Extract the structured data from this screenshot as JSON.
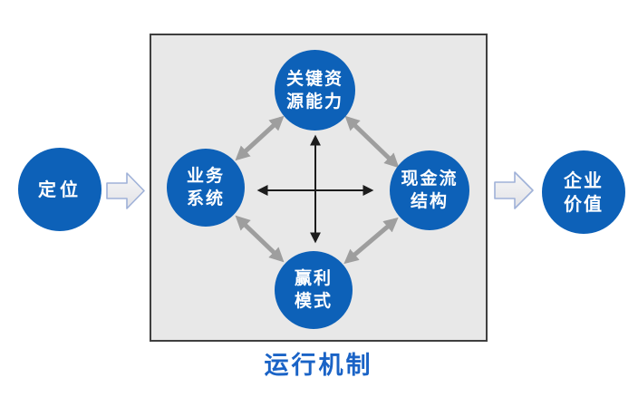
{
  "title": "运行机制",
  "nodes": {
    "positioning": "定位",
    "key_resources": "关键资\n源能力",
    "business_system": "业务\n系统",
    "cash_flow": "现金流\n结构",
    "profit_model": "赢利\n模式",
    "enterprise_value": "企业\n价值"
  },
  "colors": {
    "node_blue": "#0d61b8",
    "node_text": "#ffffff",
    "title_blue": "#1a63c6",
    "box_fill": "#e8e8e8",
    "box_border": "#3f3f3f",
    "gray_arrow": "#9e9e9e",
    "black_arrow": "#1c1c1c",
    "block_arrow_stroke": "#9fb1d8",
    "background": "#ffffff"
  }
}
